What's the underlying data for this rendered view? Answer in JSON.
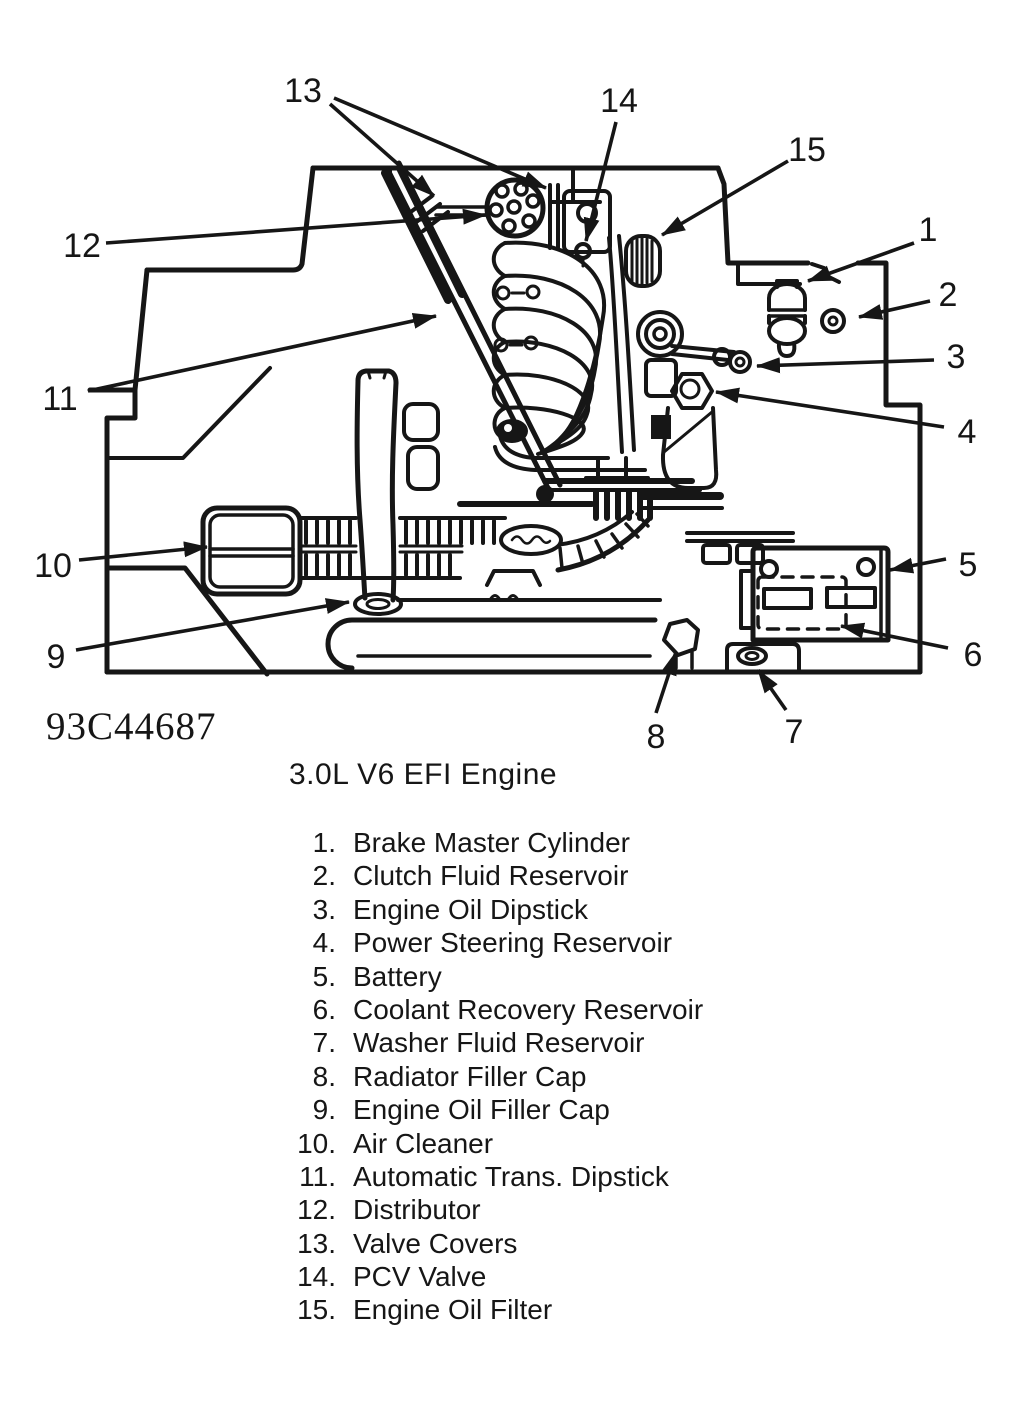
{
  "figure": {
    "code": "93C44687",
    "caption": "3.0L V6 EFI Engine"
  },
  "callouts": {
    "c1": "1",
    "c2": "2",
    "c3": "3",
    "c4": "4",
    "c5": "5",
    "c6": "6",
    "c7": "7",
    "c8": "8",
    "c9": "9",
    "c10": "10",
    "c11": "11",
    "c12": "12",
    "c13": "13",
    "c14": "14",
    "c15": "15"
  },
  "legend": {
    "items": [
      {
        "num": "1.",
        "label": "Brake Master Cylinder"
      },
      {
        "num": "2.",
        "label": "Clutch Fluid Reservoir"
      },
      {
        "num": "3.",
        "label": "Engine Oil Dipstick"
      },
      {
        "num": "4.",
        "label": "Power Steering Reservoir"
      },
      {
        "num": "5.",
        "label": "Battery"
      },
      {
        "num": "6.",
        "label": "Coolant Recovery Reservoir"
      },
      {
        "num": "7.",
        "label": "Washer Fluid Reservoir"
      },
      {
        "num": "8.",
        "label": "Radiator Filler Cap"
      },
      {
        "num": "9.",
        "label": "Engine Oil Filler Cap"
      },
      {
        "num": "10.",
        "label": "Air Cleaner"
      },
      {
        "num": "11.",
        "label": "Automatic Trans. Dipstick"
      },
      {
        "num": "12.",
        "label": "Distributor"
      },
      {
        "num": "13.",
        "label": "Valve Covers"
      },
      {
        "num": "14.",
        "label": "PCV Valve"
      },
      {
        "num": "15.",
        "label": "Engine Oil Filter"
      }
    ]
  }
}
